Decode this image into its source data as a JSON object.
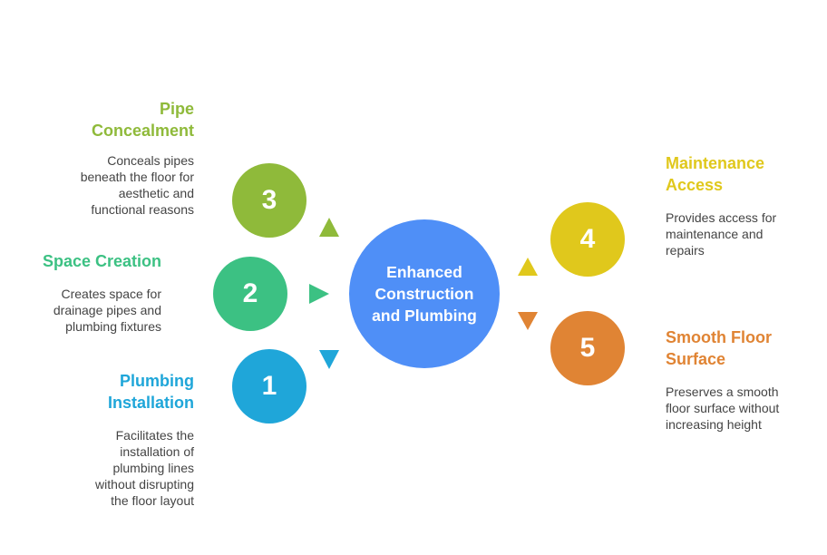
{
  "center": {
    "lines": [
      "Enhanced",
      "Construction",
      "and Plumbing"
    ]
  },
  "items": [
    {
      "number": "1",
      "title_lines": [
        "Plumbing",
        "Installation"
      ],
      "description_lines": [
        "Facilitates the",
        "installation of",
        "plumbing lines",
        "without disrupting",
        "the floor layout"
      ],
      "color": "#1fa6d9"
    },
    {
      "number": "2",
      "title_lines": [
        "Space Creation"
      ],
      "description_lines": [
        "Creates space for",
        "drainage pipes and",
        "plumbing fixtures"
      ],
      "color": "#3cc183"
    },
    {
      "number": "3",
      "title_lines": [
        "Pipe",
        "Concealment"
      ],
      "description_lines": [
        "Conceals pipes",
        "beneath the floor for",
        "aesthetic and",
        "functional reasons"
      ],
      "color": "#8fba3a"
    },
    {
      "number": "4",
      "title_lines": [
        "Maintenance",
        "Access"
      ],
      "description_lines": [
        "Provides access for",
        "maintenance and",
        "repairs"
      ],
      "color": "#e0c81c"
    },
    {
      "number": "5",
      "title_lines": [
        "Smooth Floor",
        "Surface"
      ],
      "description_lines": [
        "Preserves a smooth",
        "floor surface without",
        "increasing height"
      ],
      "color": "#e08434"
    }
  ],
  "colors": {
    "center": "#4f8ff7",
    "description_text": "#444444"
  }
}
